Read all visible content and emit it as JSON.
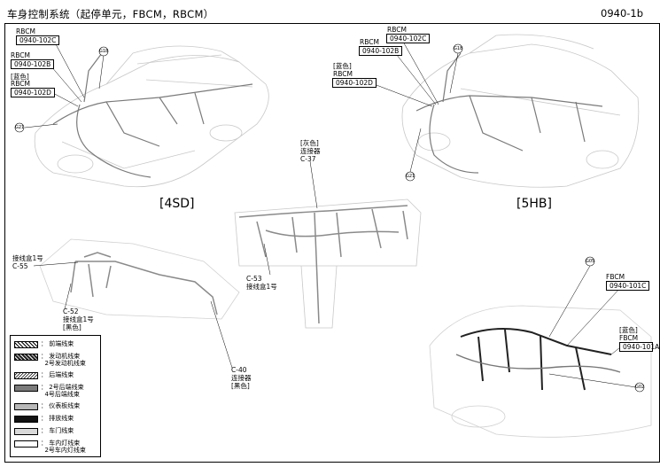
{
  "title": "车身控制系统（起停单元，FBCM，RBCM）",
  "doc_ref": "0940-1b",
  "views": {
    "sedan": "[4SD]",
    "hatch": "[5HB]"
  },
  "sd": {
    "rbcm1": "RBCM",
    "c1": "0940-102C",
    "rbcm2": "RBCM",
    "c2": "0940-102B",
    "blue": "[蓝色]",
    "rbcm3": "RBCM",
    "c3": "0940-102D",
    "g18": "G18",
    "g21": "G21"
  },
  "hb": {
    "rbcm1": "RBCM",
    "c1": "0940-102C",
    "rbcm2": "RBCM",
    "c2": "0940-102B",
    "blue": "[蓝色]",
    "rbcm3": "RBCM",
    "c3": "0940-102D",
    "g18": "G18",
    "g21": "G21"
  },
  "ip": {
    "gray": "[灰色]",
    "conn": "连接器",
    "code": "C-37",
    "c53": "C-53",
    "c53name": "接线盒1号"
  },
  "left": {
    "jb1": "接线盒1号",
    "c55": "C-55",
    "c52": "C-52",
    "c52name": "接线盒1号",
    "c52color": "[黑色]",
    "c40": "C-40",
    "c40name": "连接器",
    "c40color": "[黑色]"
  },
  "engine": {
    "g05": "G05",
    "fbcm1": "FBCM",
    "c101c": "0940-101C",
    "blue": "[蓝色]",
    "fbcm2": "FBCM",
    "c101a": "0940-101A",
    "g02": "G02"
  },
  "legend": [
    {
      "name": "前端线束",
      "name2": "",
      "color": "#9a9a9a",
      "pattern": "cross"
    },
    {
      "name": "发动机线束",
      "name2": "2号发动机线束",
      "color": "#555555",
      "pattern": "diamond"
    },
    {
      "name": "后端线束",
      "name2": "",
      "color": "#cfcfcf",
      "pattern": "hatch"
    },
    {
      "name": "2号后端线束",
      "name2": "4号后端线束",
      "color": "#7a7a7a",
      "pattern": "solid"
    },
    {
      "name": "仪表板线束",
      "name2": "",
      "color": "#b8b8b8",
      "pattern": "solid"
    },
    {
      "name": "排放线束",
      "name2": "",
      "color": "#111111",
      "pattern": "solid"
    },
    {
      "name": "车门线束",
      "name2": "",
      "color": "#d9d9d9",
      "pattern": "solid"
    },
    {
      "name": "车内灯线束",
      "name2": "2号车内灯线束",
      "color": "#ffffff",
      "pattern": "solid"
    }
  ]
}
